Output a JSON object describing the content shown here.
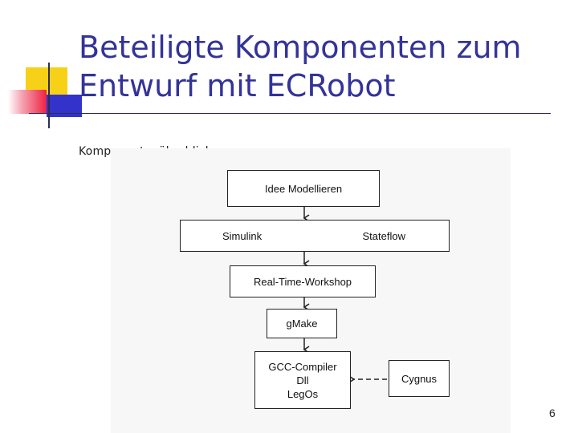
{
  "slide": {
    "title_line1": "Beteiligte Komponenten zum",
    "title_line2": "Entwurf mit ECRobot",
    "body_text": "Komponentenüberblick",
    "page_number": "6"
  },
  "diagram": {
    "idee": "Idee Modellieren",
    "simulink": "Simulink",
    "stateflow": "Stateflow",
    "rtw": "Real-Time-Workshop",
    "gmake": "gMake",
    "gcc_line1": "GCC-Compiler",
    "gcc_line2": "Dll",
    "gcc_line3": "LegOs",
    "cygnus": "Cygnus"
  },
  "colors": {
    "title": "#333399",
    "accent_yellow": "#f7d117",
    "accent_red": "#ee2244",
    "accent_blue": "#3333cc"
  }
}
